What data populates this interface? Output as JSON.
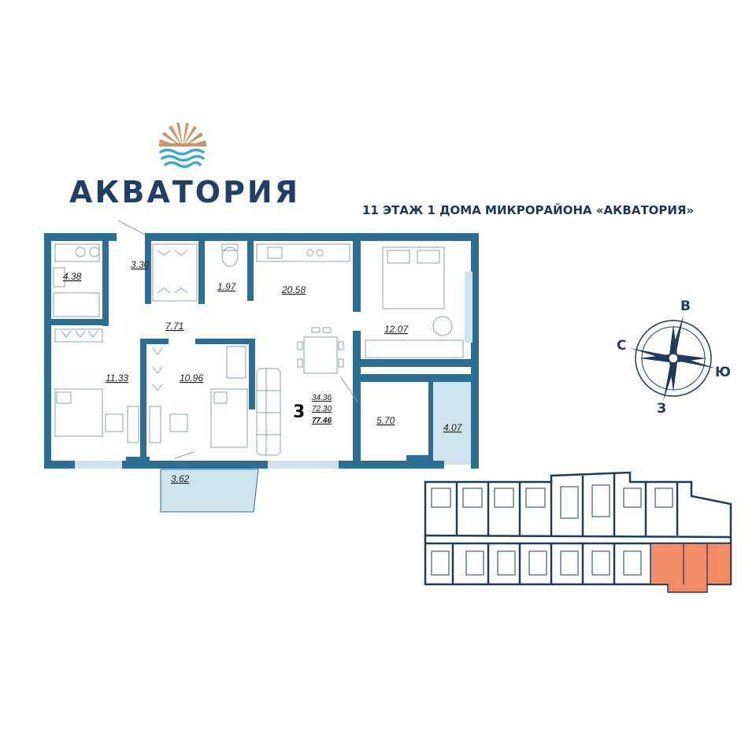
{
  "brand": {
    "name": "АКВАТОРИЯ"
  },
  "subtitle": "11 ЭТАЖ 1 ДОМА МИКРОРАЙОНА «АКВАТОРИЯ»",
  "colors": {
    "wall": "#2d6f93",
    "balcony": "#cfe3ee",
    "highlight": "#f28b66",
    "navy": "#1f3a5a",
    "sun": "#c9946a",
    "waves": "#3fa8c8"
  },
  "rooms": {
    "bath": "4.38",
    "hall_small": "3.30",
    "wc": "1.97",
    "kitchen": "20.58",
    "bedroom_main": "12.07",
    "corridor": "7.71",
    "room_left": "11.33",
    "room_mid": "10.96",
    "storage": "5.70",
    "balcony_right": "4.07",
    "balcony_bottom": "3.62"
  },
  "summary": {
    "rooms_count": "3",
    "living_area": "34.36",
    "total_area": "72.30",
    "area_with_balcony": "77.46"
  },
  "compass": {
    "north": "В",
    "west": "С",
    "east": "Ю",
    "south": "З"
  }
}
